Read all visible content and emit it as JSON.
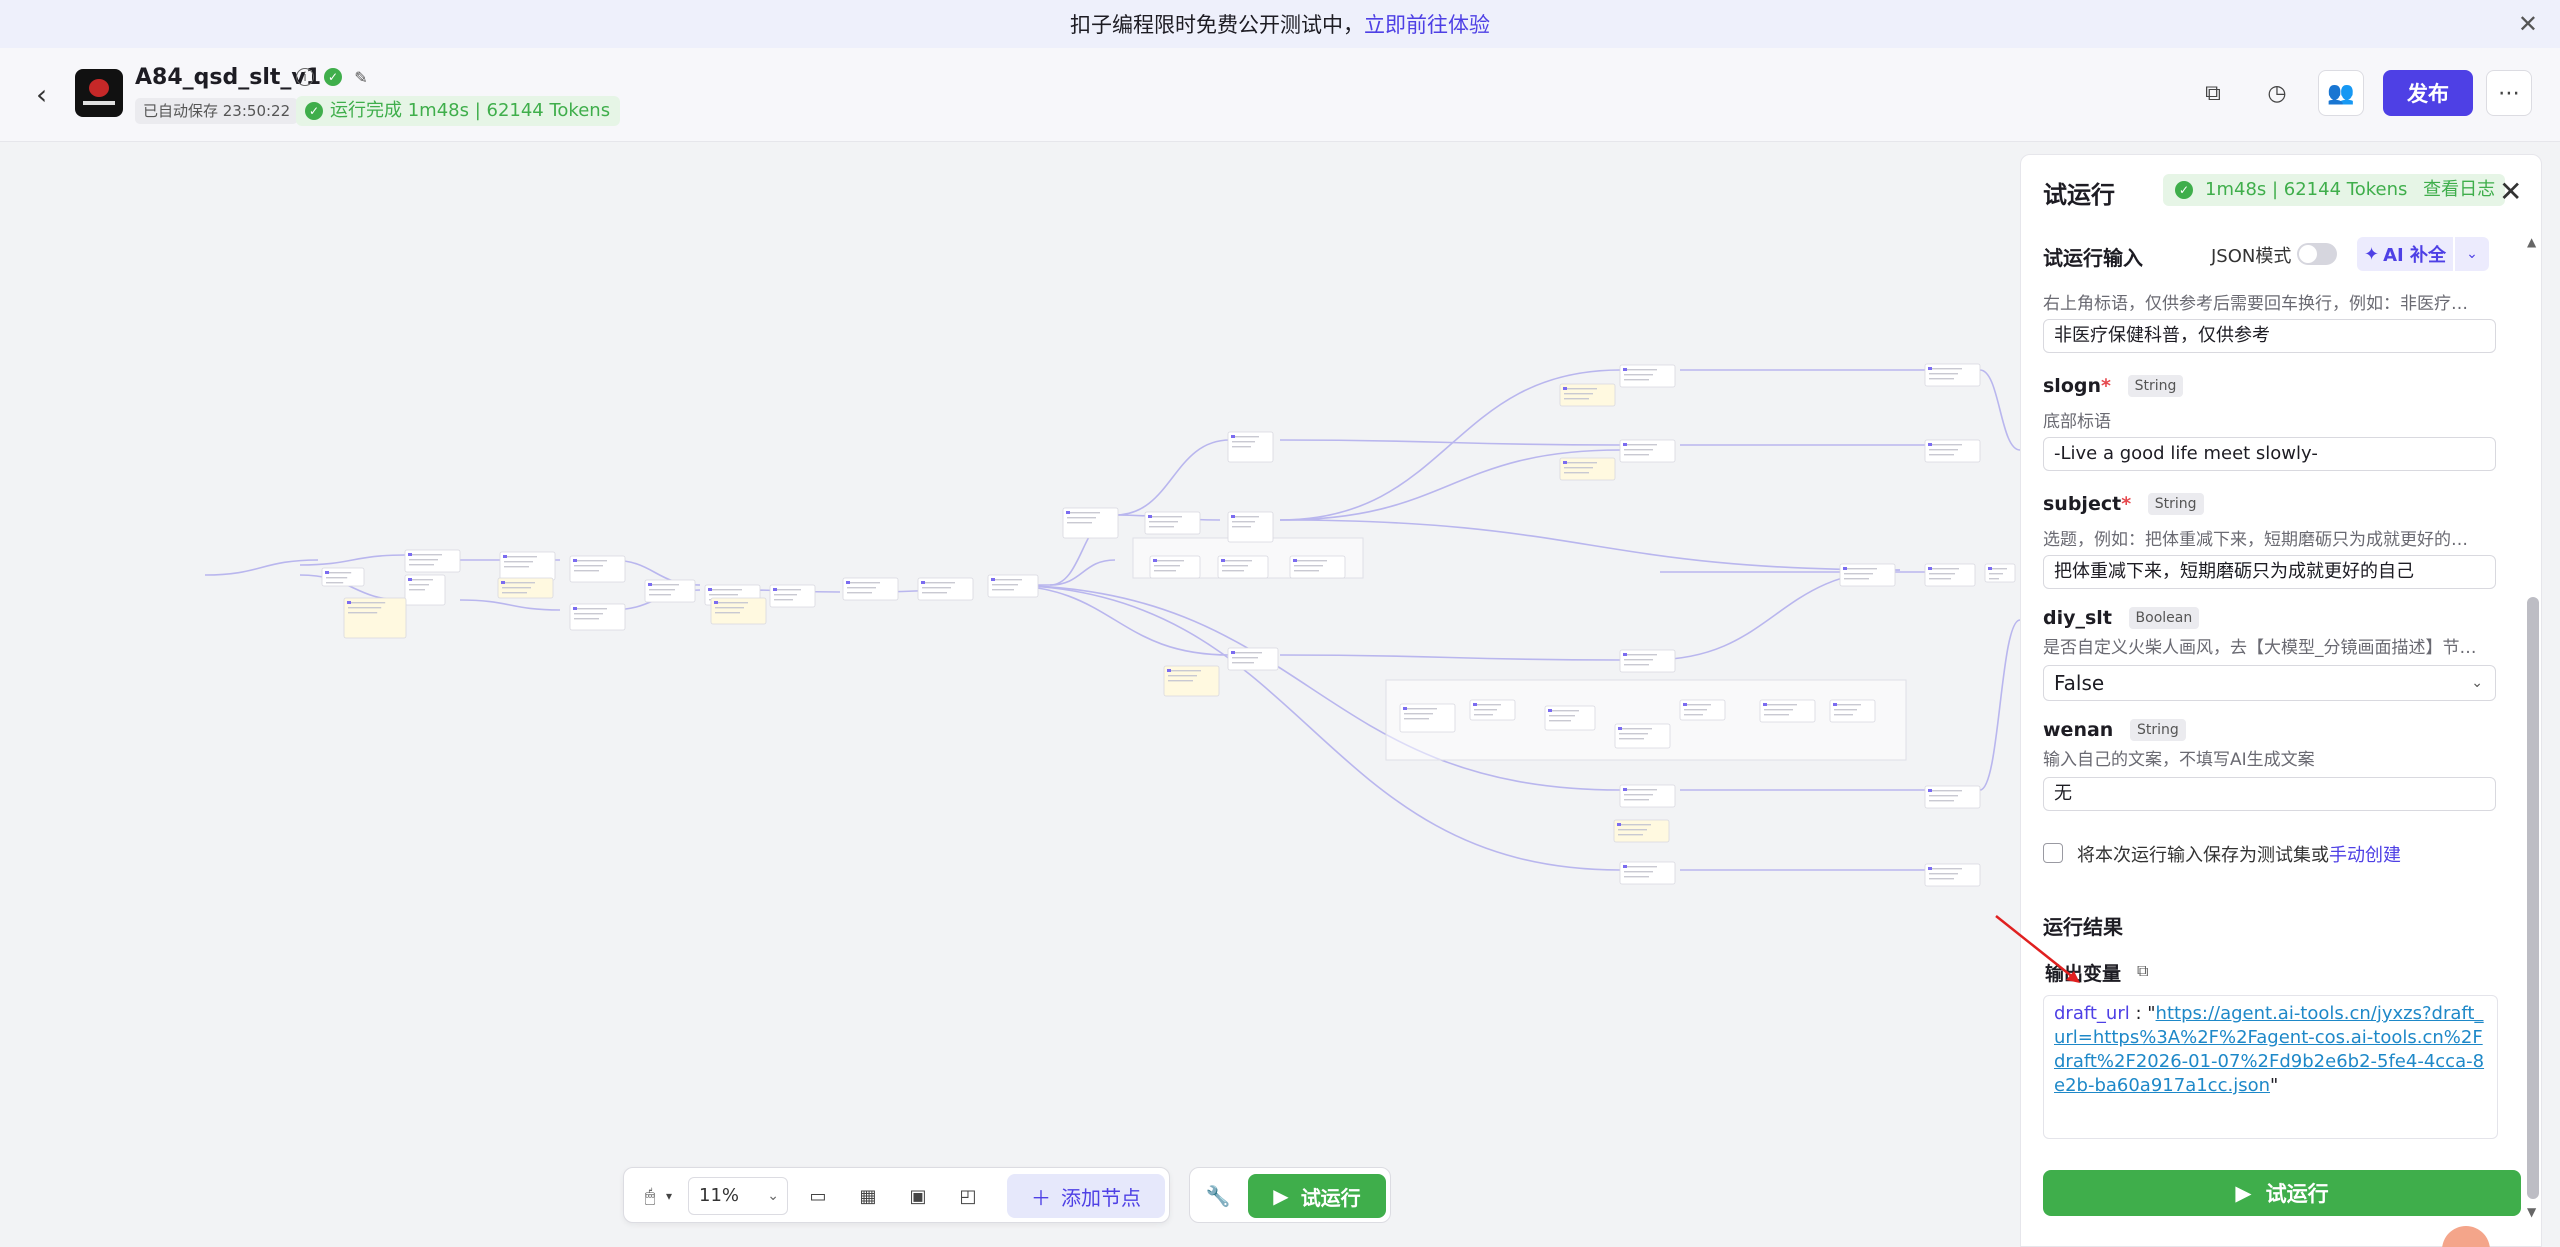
{
  "banner": {
    "text": "扣子编程限时免费公开测试中，",
    "link": "立即前往体验"
  },
  "header": {
    "app_name": "A84_qsd_slt_v1",
    "saved": "已自动保存 23:50:22",
    "run_status": "运行完成 1m48s | 62144 Tokens",
    "publish": "发布"
  },
  "toolbar": {
    "zoom": "11%",
    "add_node": "添加节点",
    "try_run": "试运行"
  },
  "panel": {
    "title": "试运行",
    "badge": "1m48s | 62144 Tokens",
    "badge_link": "查看日志",
    "input_title": "试运行输入",
    "json_mode": "JSON模式",
    "ai_fill": "AI 补全",
    "fields": [
      {
        "desc": "右上角标语，仅供参考后需要回车换行，例如：非医疗…",
        "value": "非医疗保健科普，仅供参考"
      },
      {
        "name": "slogn",
        "type": "String",
        "desc": "底部标语",
        "value": "-Live a good life meet slowly-"
      },
      {
        "name": "subject",
        "type": "String",
        "desc": "选题，例如：把体重减下来，短期磨砺只为成就更好的…",
        "value": "把体重减下来，短期磨砺只为成就更好的自己"
      },
      {
        "name": "diy_slt",
        "type": "Boolean",
        "desc": "是否自定义火柴人画风，去【大模型_分镜画面描述】节…",
        "value": "False"
      },
      {
        "name": "wenan",
        "type": "String",
        "desc": "输入自己的文案，不填写AI生成文案",
        "value": "无"
      }
    ],
    "save_text": "将本次运行输入保存为测试集或",
    "save_link": "手动创建",
    "result_title": "运行结果",
    "output_title": "输出变量",
    "output_key": "draft_url",
    "output_url": "https://agent.ai-tools.cn/jyxzs?draft_url=https%3A%2F%2Fagent-cos.ai-tools.cn%2Fdraft%2F2026-01-07%2Fd9b2e6b2-5fe4-4cca-8e2b-ba60a917a1cc.json",
    "run_button": "试运行"
  },
  "colors": {
    "accent": "#4e40e5",
    "success": "#3fae4b",
    "required": "#e5484d"
  }
}
